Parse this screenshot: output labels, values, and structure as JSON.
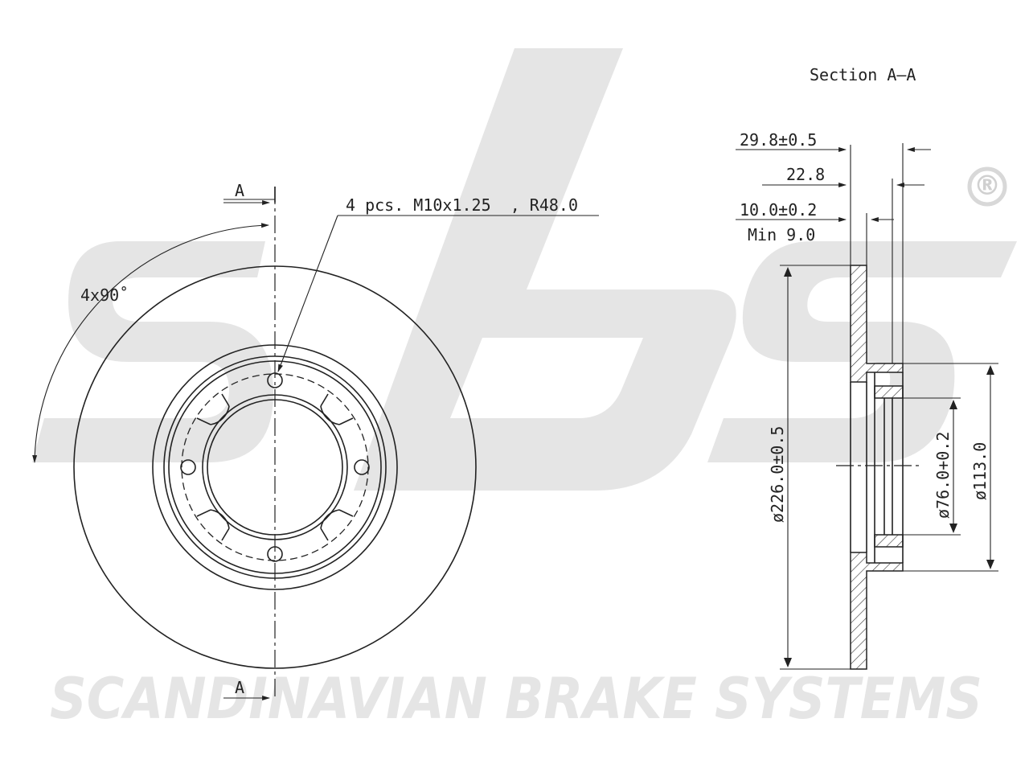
{
  "brand": {
    "watermark_tagline": "SCANDINAVIAN BRAKE SYSTEMS",
    "watermark_logo_text": "sbs",
    "registered_mark": "®",
    "watermark_color": "#e5e5e5"
  },
  "front_view": {
    "section_marker_top": "A",
    "section_marker_bottom": "A",
    "bolt_pattern_note": "4 pcs. M10x1.25  , R48.0",
    "angle_note": "4x90˚"
  },
  "section_view": {
    "title": "Section A–A",
    "overall_thickness": "29.8±0.5",
    "hub_height": "22.8",
    "disc_thickness": "10.0±0.2",
    "min_thickness": "Min 9.0",
    "outer_diameter": "ø226.0±0.5",
    "center_bore_diameter": "ø76.0+0.2",
    "hub_diameter": "ø113.0"
  }
}
